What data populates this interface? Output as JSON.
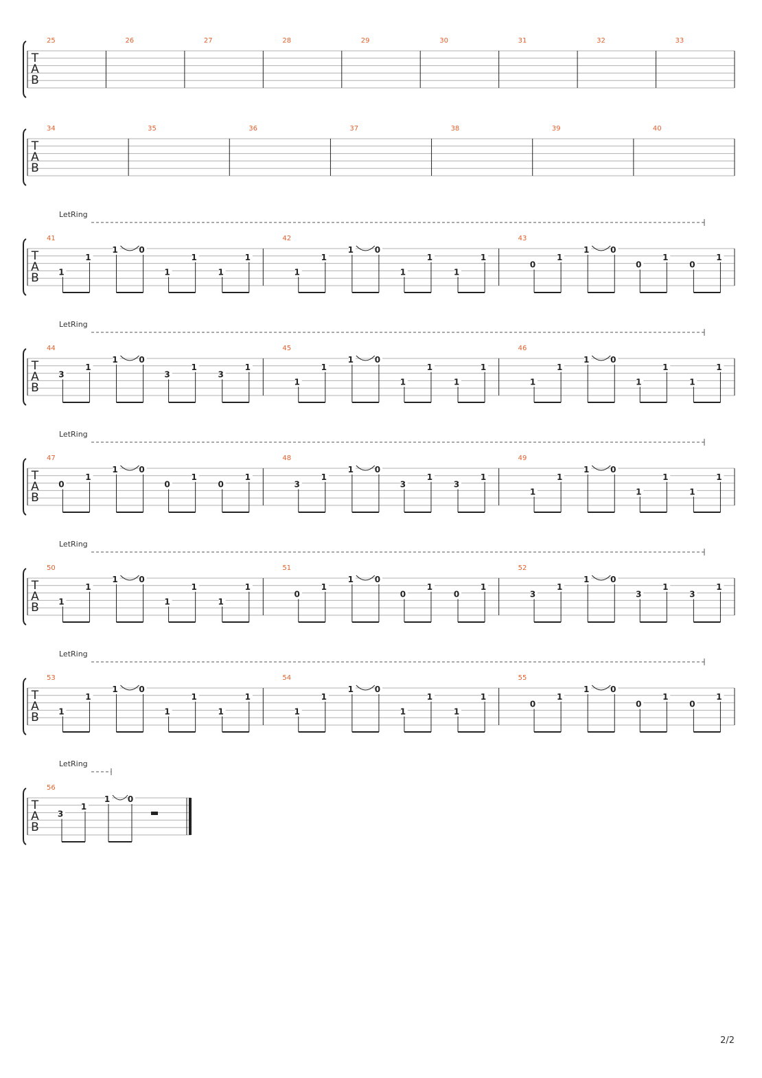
{
  "page_number": "2/2",
  "tab_letters": [
    "T",
    "A",
    "B"
  ],
  "systems": [
    {
      "let_ring": null,
      "final": false,
      "measures": [
        {
          "number": "25",
          "notes": []
        },
        {
          "number": "26",
          "notes": []
        },
        {
          "number": "27",
          "notes": []
        },
        {
          "number": "28",
          "notes": []
        },
        {
          "number": "29",
          "notes": []
        },
        {
          "number": "30",
          "notes": []
        },
        {
          "number": "31",
          "notes": []
        },
        {
          "number": "32",
          "notes": []
        },
        {
          "number": "33",
          "notes": []
        }
      ]
    },
    {
      "let_ring": null,
      "final": false,
      "measures": [
        {
          "number": "34",
          "notes": []
        },
        {
          "number": "35",
          "notes": []
        },
        {
          "number": "36",
          "notes": []
        },
        {
          "number": "37",
          "notes": []
        },
        {
          "number": "38",
          "notes": []
        },
        {
          "number": "39",
          "notes": []
        },
        {
          "number": "40",
          "notes": []
        }
      ]
    },
    {
      "let_ring": "LetRing",
      "final": false,
      "measures": [
        {
          "number": "41",
          "notes": [
            [
              "1",
              4
            ],
            [
              "1",
              2
            ],
            [
              "1",
              1
            ],
            [
              "0",
              1
            ],
            [
              "1",
              4
            ],
            [
              "1",
              2
            ],
            [
              "1",
              4
            ],
            [
              "1",
              2
            ]
          ]
        },
        {
          "number": "42",
          "notes": [
            [
              "1",
              4
            ],
            [
              "1",
              2
            ],
            [
              "1",
              1
            ],
            [
              "0",
              1
            ],
            [
              "1",
              4
            ],
            [
              "1",
              2
            ],
            [
              "1",
              4
            ],
            [
              "1",
              2
            ]
          ]
        },
        {
          "number": "43",
          "notes": [
            [
              "0",
              3
            ],
            [
              "1",
              2
            ],
            [
              "1",
              1
            ],
            [
              "0",
              1
            ],
            [
              "0",
              3
            ],
            [
              "1",
              2
            ],
            [
              "0",
              3
            ],
            [
              "1",
              2
            ]
          ]
        }
      ]
    },
    {
      "let_ring": "LetRing",
      "final": false,
      "measures": [
        {
          "number": "44",
          "notes": [
            [
              "3",
              3
            ],
            [
              "1",
              2
            ],
            [
              "1",
              1
            ],
            [
              "0",
              1
            ],
            [
              "3",
              3
            ],
            [
              "1",
              2
            ],
            [
              "3",
              3
            ],
            [
              "1",
              2
            ]
          ]
        },
        {
          "number": "45",
          "notes": [
            [
              "1",
              4
            ],
            [
              "1",
              2
            ],
            [
              "1",
              1
            ],
            [
              "0",
              1
            ],
            [
              "1",
              4
            ],
            [
              "1",
              2
            ],
            [
              "1",
              4
            ],
            [
              "1",
              2
            ]
          ]
        },
        {
          "number": "46",
          "notes": [
            [
              "1",
              4
            ],
            [
              "1",
              2
            ],
            [
              "1",
              1
            ],
            [
              "0",
              1
            ],
            [
              "1",
              4
            ],
            [
              "1",
              2
            ],
            [
              "1",
              4
            ],
            [
              "1",
              2
            ]
          ]
        }
      ]
    },
    {
      "let_ring": "LetRing",
      "final": false,
      "measures": [
        {
          "number": "47",
          "notes": [
            [
              "0",
              3
            ],
            [
              "1",
              2
            ],
            [
              "1",
              1
            ],
            [
              "0",
              1
            ],
            [
              "0",
              3
            ],
            [
              "1",
              2
            ],
            [
              "0",
              3
            ],
            [
              "1",
              2
            ]
          ]
        },
        {
          "number": "48",
          "notes": [
            [
              "3",
              3
            ],
            [
              "1",
              2
            ],
            [
              "1",
              1
            ],
            [
              "0",
              1
            ],
            [
              "3",
              3
            ],
            [
              "1",
              2
            ],
            [
              "3",
              3
            ],
            [
              "1",
              2
            ]
          ]
        },
        {
          "number": "49",
          "notes": [
            [
              "1",
              4
            ],
            [
              "1",
              2
            ],
            [
              "1",
              1
            ],
            [
              "0",
              1
            ],
            [
              "1",
              4
            ],
            [
              "1",
              2
            ],
            [
              "1",
              4
            ],
            [
              "1",
              2
            ]
          ]
        }
      ]
    },
    {
      "let_ring": "LetRing",
      "final": false,
      "measures": [
        {
          "number": "50",
          "notes": [
            [
              "1",
              4
            ],
            [
              "1",
              2
            ],
            [
              "1",
              1
            ],
            [
              "0",
              1
            ],
            [
              "1",
              4
            ],
            [
              "1",
              2
            ],
            [
              "1",
              4
            ],
            [
              "1",
              2
            ]
          ]
        },
        {
          "number": "51",
          "notes": [
            [
              "0",
              3
            ],
            [
              "1",
              2
            ],
            [
              "1",
              1
            ],
            [
              "0",
              1
            ],
            [
              "0",
              3
            ],
            [
              "1",
              2
            ],
            [
              "0",
              3
            ],
            [
              "1",
              2
            ]
          ]
        },
        {
          "number": "52",
          "notes": [
            [
              "3",
              3
            ],
            [
              "1",
              2
            ],
            [
              "1",
              1
            ],
            [
              "0",
              1
            ],
            [
              "3",
              3
            ],
            [
              "1",
              2
            ],
            [
              "3",
              3
            ],
            [
              "1",
              2
            ]
          ]
        }
      ]
    },
    {
      "let_ring": "LetRing",
      "final": false,
      "measures": [
        {
          "number": "53",
          "notes": [
            [
              "1",
              4
            ],
            [
              "1",
              2
            ],
            [
              "1",
              1
            ],
            [
              "0",
              1
            ],
            [
              "1",
              4
            ],
            [
              "1",
              2
            ],
            [
              "1",
              4
            ],
            [
              "1",
              2
            ]
          ]
        },
        {
          "number": "54",
          "notes": [
            [
              "1",
              4
            ],
            [
              "1",
              2
            ],
            [
              "1",
              1
            ],
            [
              "0",
              1
            ],
            [
              "1",
              4
            ],
            [
              "1",
              2
            ],
            [
              "1",
              4
            ],
            [
              "1",
              2
            ]
          ]
        },
        {
          "number": "55",
          "notes": [
            [
              "0",
              3
            ],
            [
              "1",
              2
            ],
            [
              "1",
              1
            ],
            [
              "0",
              1
            ],
            [
              "0",
              3
            ],
            [
              "1",
              2
            ],
            [
              "0",
              3
            ],
            [
              "1",
              2
            ]
          ]
        }
      ]
    },
    {
      "let_ring": "LetRing",
      "final": true,
      "measures": [
        {
          "number": "56",
          "notes": [
            [
              "3",
              3
            ],
            [
              "1",
              2
            ],
            [
              "1",
              1
            ],
            [
              "0",
              1
            ]
          ],
          "rest": true
        }
      ]
    }
  ]
}
